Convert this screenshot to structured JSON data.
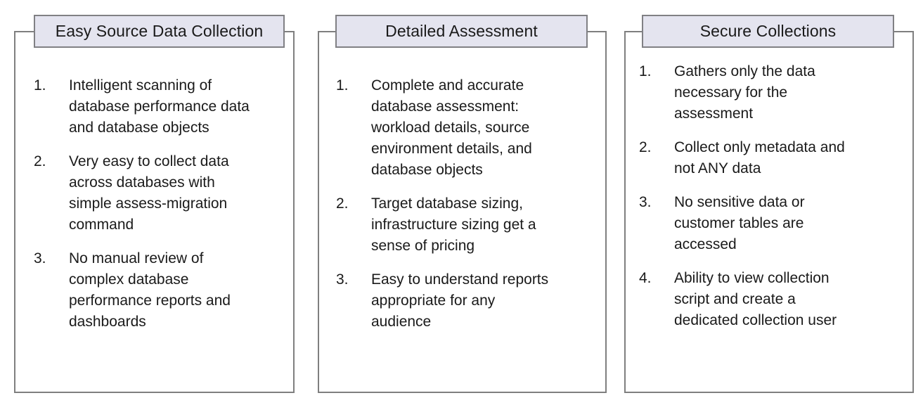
{
  "theme": {
    "background": "#ffffff",
    "panel_border": "#7f7f7f",
    "title_fill": "#e4e4ef",
    "title_border": "#808084",
    "text_color": "#1a1a1a"
  },
  "panels": [
    {
      "id": "easy-source-data-collection",
      "title": "Easy Source Data Collection",
      "items": [
        {
          "num": "1.",
          "text": "Intelligent scanning of\ndatabase performance data\nand database objects"
        },
        {
          "num": "2.",
          "text": "Very easy to collect data\nacross databases with\nsimple assess-migration\ncommand"
        },
        {
          "num": "3.",
          "text": "No manual review of\ncomplex database\nperformance reports and\ndashboards"
        }
      ]
    },
    {
      "id": "detailed-assessment",
      "title": "Detailed Assessment",
      "items": [
        {
          "num": "1.",
          "text": "Complete and accurate\ndatabase assessment:\nworkload details, source\nenvironment details, and\ndatabase objects"
        },
        {
          "num": "2.",
          "text": "Target database sizing,\ninfrastructure sizing get a\nsense of pricing"
        },
        {
          "num": "3.",
          "text": "Easy to understand reports\nappropriate for any\naudience"
        }
      ]
    },
    {
      "id": "secure-collections",
      "title": "Secure Collections",
      "items": [
        {
          "num": "1.",
          "text": "Gathers only the data\nnecessary for the\nassessment"
        },
        {
          "num": "2.",
          "text": "Collect only metadata and\nnot ANY data"
        },
        {
          "num": "3.",
          "text": "No sensitive data or\ncustomer tables are\naccessed"
        },
        {
          "num": "4.",
          "text": "Ability to view collection\nscript and create a\ndedicated collection user"
        }
      ]
    }
  ]
}
